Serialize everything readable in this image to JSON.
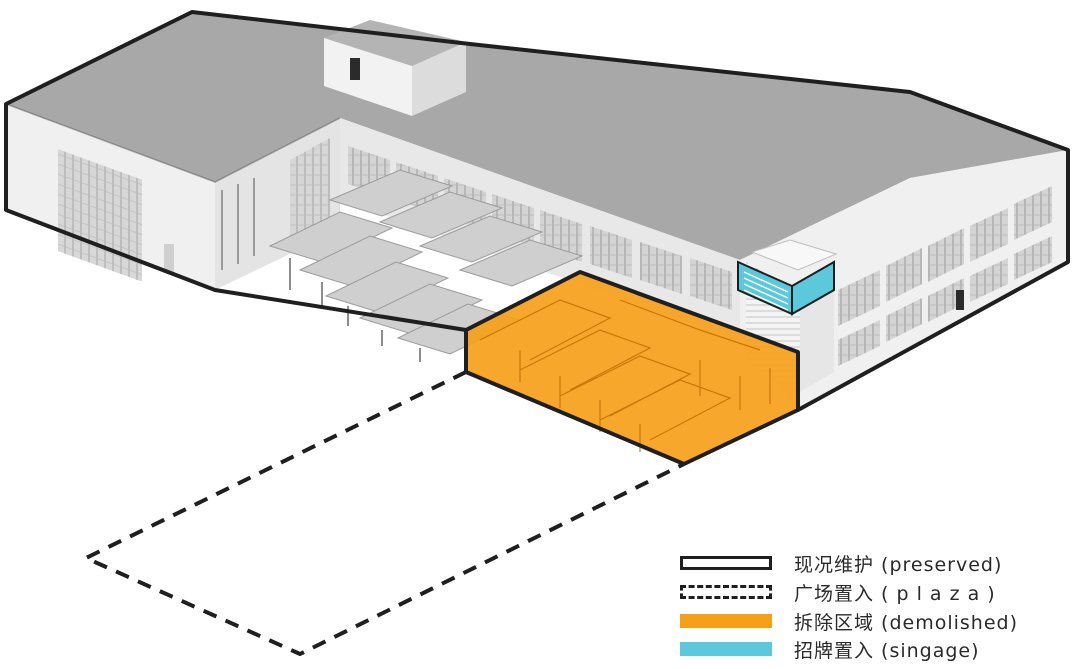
{
  "legend": [
    {
      "key": "preserved",
      "label": "现况维护 (preserved)",
      "style": "outline",
      "color": "#1f1f1f"
    },
    {
      "key": "plaza",
      "label": "广场置入 ( p l a z a )",
      "style": "dashed",
      "color": "#1f1f1f"
    },
    {
      "key": "demolished",
      "label": "拆除区域 (demolished)",
      "style": "fill",
      "color": "#f6a01a"
    },
    {
      "key": "signage",
      "label": "招牌置入 (singage)",
      "style": "fill",
      "color": "#5bc8dc"
    }
  ],
  "colors": {
    "roof": "#a8a8a8",
    "wall_light": "#f0f0f0",
    "wall_mid": "#e2e2e2",
    "window": "#c9c9c9",
    "outline": "#1f1f1f",
    "demolished": "#f6a01a",
    "signage": "#5bc8dc"
  }
}
